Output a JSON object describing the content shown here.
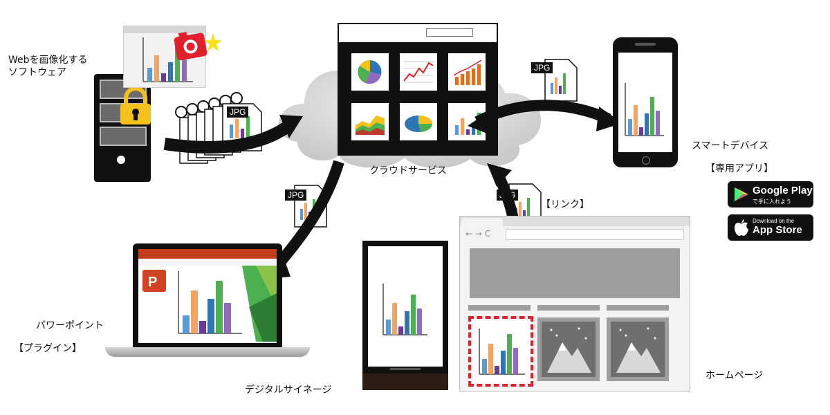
{
  "labels": {
    "web_software": [
      "Webを画像化する",
      "ソフトウェア"
    ],
    "cloud_service": "クラウドサービス",
    "smart_device": "スマートデバイス",
    "app_label": "【専用アプリ】",
    "powerpoint": "パワーポイント",
    "plugin": "【プラグイン】",
    "signage": "デジタルサイネージ",
    "homepage": "ホームページ",
    "link": "【リンク】"
  },
  "file_badge": "JPG",
  "stores": {
    "google_small": "で手に入れよう",
    "google_big": "Google Play",
    "apple_small": "Download on the",
    "apple_big": "App Store"
  },
  "colors": {
    "black": "#111111",
    "cloud": "#dcdcdc",
    "red_accent": "#e0202b",
    "lock_yellow": "#f4c21a",
    "bar_colors": [
      "#5b9bd5",
      "#f4a460",
      "#6a3d9a",
      "#2e75b6",
      "#4caf50",
      "#8e6bbf"
    ]
  },
  "icons": [
    "server-icon",
    "lock-icon",
    "camera-icon",
    "clock-icon",
    "file-icon",
    "cloud-icon",
    "smartphone-icon",
    "laptop-icon",
    "signage-icon",
    "browser-icon",
    "powerpoint-icon",
    "google-play-icon",
    "apple-icon",
    "mountain-icon",
    "arrow-icon"
  ]
}
